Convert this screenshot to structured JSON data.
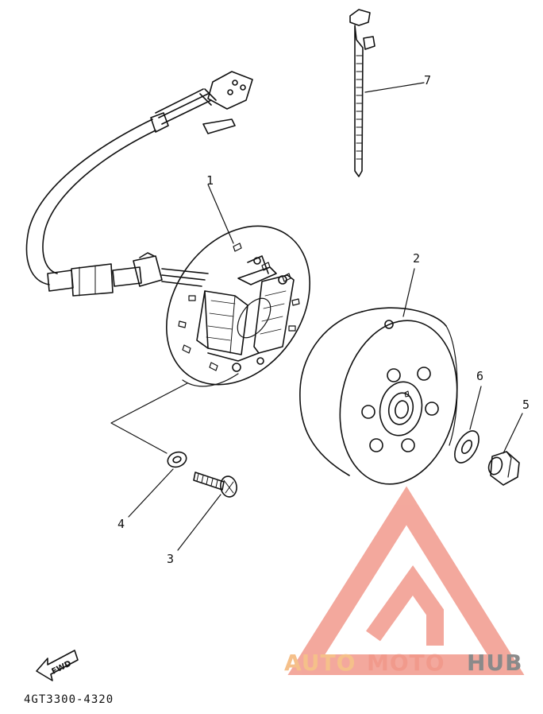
{
  "callouts": [
    "1",
    "2",
    "3",
    "4",
    "5",
    "6",
    "7"
  ],
  "fwd_label": "FWD",
  "catalog_number": "4GT3300-4320",
  "watermark": {
    "part1": "AUTO",
    "part2": "MOTO",
    "part3": "HUB",
    "color_accent": "#f19a8c",
    "color_auto": "#f5c08a",
    "color_hub": "#8a8a8a"
  }
}
